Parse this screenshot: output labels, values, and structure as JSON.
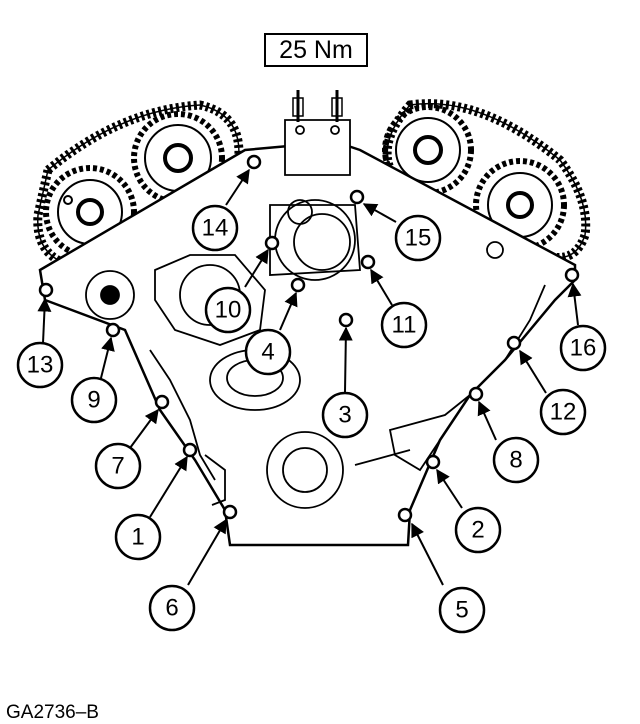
{
  "torque_spec": "25 Nm",
  "figure_id": "GA2736–B",
  "callouts": [
    {
      "label": "1"
    },
    {
      "label": "2"
    },
    {
      "label": "3"
    },
    {
      "label": "4"
    },
    {
      "label": "5"
    },
    {
      "label": "6"
    },
    {
      "label": "7"
    },
    {
      "label": "8"
    },
    {
      "label": "9"
    },
    {
      "label": "10"
    },
    {
      "label": "11"
    },
    {
      "label": "12"
    },
    {
      "label": "13"
    },
    {
      "label": "14"
    },
    {
      "label": "15"
    },
    {
      "label": "16"
    }
  ]
}
